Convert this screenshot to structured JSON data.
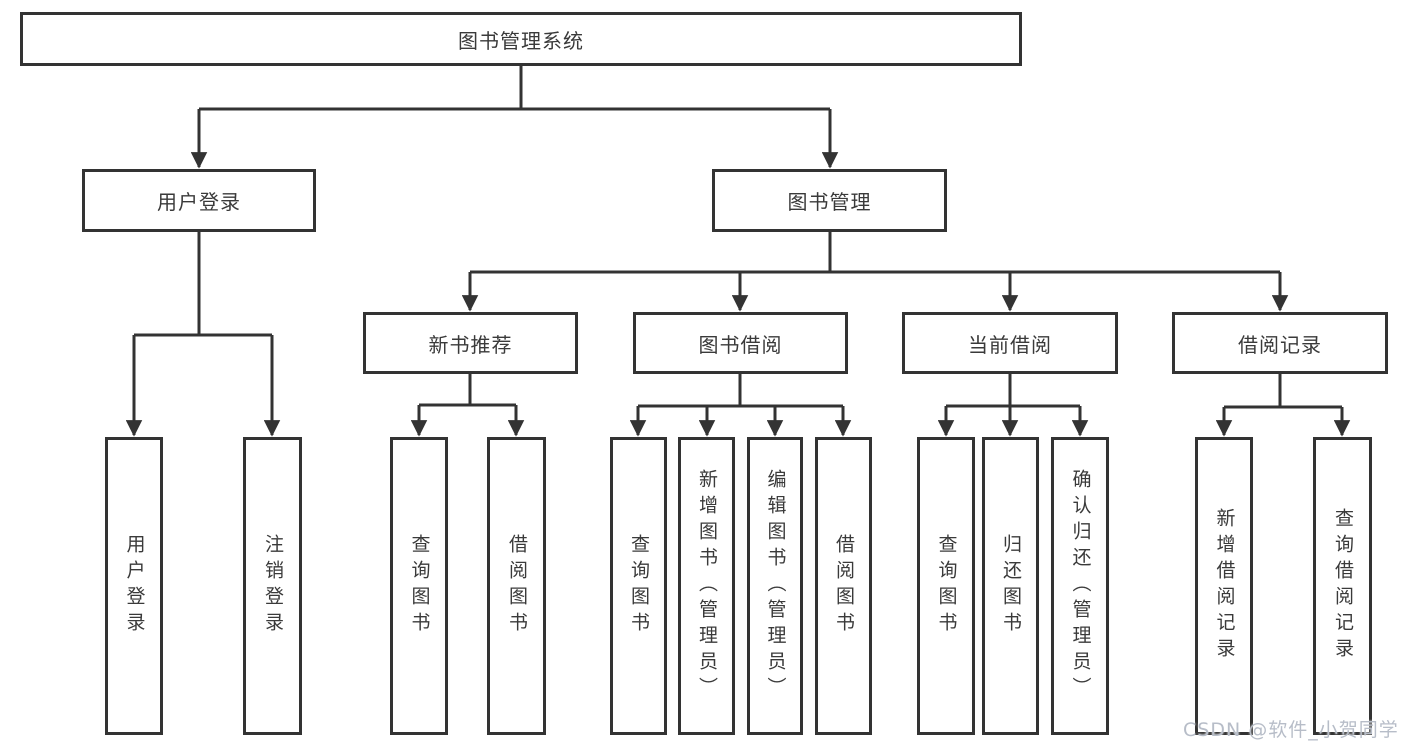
{
  "diagram": {
    "type": "tree",
    "nodes": {
      "root": {
        "label": "图书管理系统"
      },
      "user_login": {
        "label": "用户登录"
      },
      "book_mgmt": {
        "label": "图书管理"
      },
      "new_book_rec": {
        "label": "新书推荐"
      },
      "book_borrow": {
        "label": "图书借阅"
      },
      "current_borrow": {
        "label": "当前借阅"
      },
      "borrow_records": {
        "label": "借阅记录"
      },
      "leaf_user_login": {
        "label": "用户登录"
      },
      "leaf_logout": {
        "label": "注销登录"
      },
      "leaf_rec_query": {
        "label": "查询图书"
      },
      "leaf_rec_borrow": {
        "label": "借阅图书"
      },
      "leaf_bb_query": {
        "label": "查询图书"
      },
      "leaf_bb_add": {
        "label": "新增图书（管理员）"
      },
      "leaf_bb_edit": {
        "label": "编辑图书（管理员）"
      },
      "leaf_bb_borrow": {
        "label": "借阅图书"
      },
      "leaf_cb_query": {
        "label": "查询图书"
      },
      "leaf_cb_return": {
        "label": "归还图书"
      },
      "leaf_cb_confirm": {
        "label": "确认归还（管理员）"
      },
      "leaf_br_add": {
        "label": "新增借阅记录"
      },
      "leaf_br_query": {
        "label": "查询借阅记录"
      }
    },
    "structure": {
      "图书管理系统": {
        "用户登录": [
          "用户登录",
          "注销登录"
        ],
        "图书管理": {
          "新书推荐": [
            "查询图书",
            "借阅图书"
          ],
          "图书借阅": [
            "查询图书",
            "新增图书（管理员）",
            "编辑图书（管理员）",
            "借阅图书"
          ],
          "当前借阅": [
            "查询图书",
            "归还图书",
            "确认归还（管理员）"
          ],
          "借阅记录": [
            "新增借阅记录",
            "查询借阅记录"
          ]
        }
      }
    },
    "colors": {
      "line": "#333333",
      "box_border": "#333333",
      "box_fill": "#ffffff",
      "text": "#3a3a3a",
      "background": "#ffffff"
    }
  },
  "watermark": {
    "text": "CSDN @软件_小贺同学",
    "color": "#b7bdc8"
  }
}
